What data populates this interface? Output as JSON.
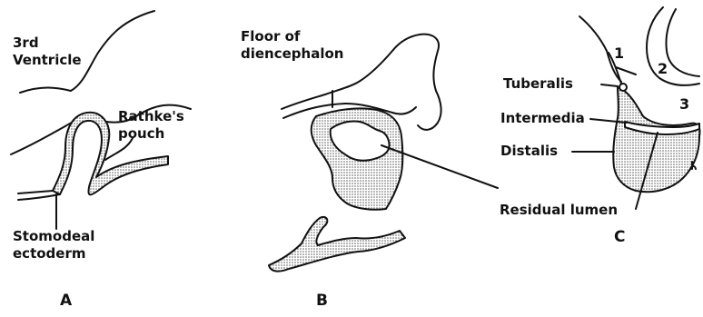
{
  "panels": {
    "a": {
      "letter": "A",
      "labels": {
        "third_ventricle": "3rd\nVentricle",
        "rathkes_pouch": "Rathke's\npouch",
        "stomodeal_ectoderm": "Stomodeal\nectoderm"
      }
    },
    "b": {
      "letter": "B",
      "labels": {
        "floor_of_diencephalon": "Floor of\ndiencephalon"
      }
    },
    "c": {
      "letter": "C",
      "labels": {
        "tuberalis": "Tuberalis",
        "intermedia": "Intermedia",
        "distalis": "Distalis",
        "residual_lumen": "Residual lumen"
      },
      "numbers": [
        "1",
        "2",
        "3"
      ]
    }
  }
}
